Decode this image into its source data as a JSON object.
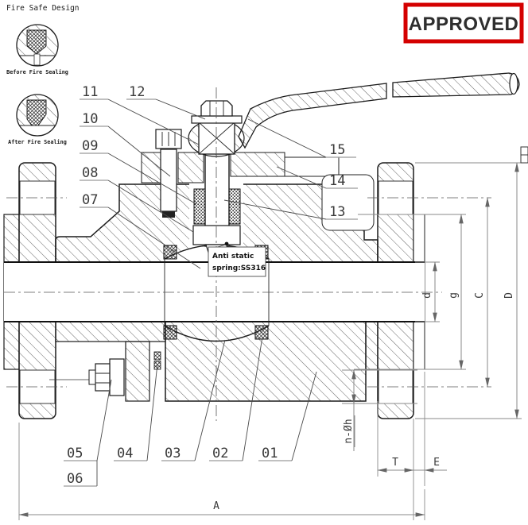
{
  "title_block": {
    "fire_safe_design": "Fire Safe Design"
  },
  "details": {
    "before_label": "Before Fire Sealing",
    "after_label": "After Fire Sealing"
  },
  "stamp": {
    "label": "APPROVED",
    "border_color": "#d40000",
    "text_color": "#d40000"
  },
  "balloon": {
    "line1": "Anti static",
    "line2": "spring:SS316"
  },
  "callouts": [
    {
      "label": "01"
    },
    {
      "label": "02"
    },
    {
      "label": "03"
    },
    {
      "label": "04"
    },
    {
      "label": "05"
    },
    {
      "label": "06"
    },
    {
      "label": "07"
    },
    {
      "label": "08"
    },
    {
      "label": "09"
    },
    {
      "label": "10"
    },
    {
      "label": "11"
    },
    {
      "label": "12"
    },
    {
      "label": "13"
    },
    {
      "label": "14"
    },
    {
      "label": "15"
    }
  ],
  "dimensions": {
    "a": "A",
    "c": "C",
    "d_outer": "D",
    "e": "E",
    "t": "T",
    "bore": "d",
    "gasket": "g",
    "bolt_holes": "n-Øh"
  }
}
